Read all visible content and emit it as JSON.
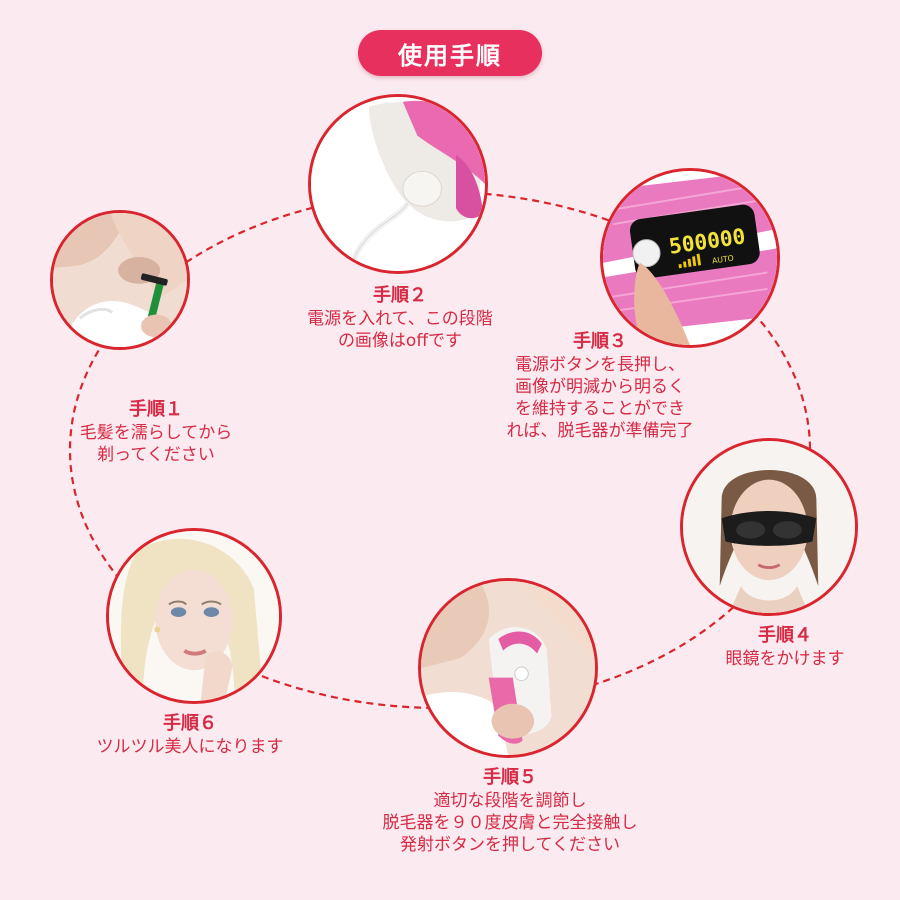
{
  "title": "使用手順",
  "colors": {
    "accent": "#e8305e",
    "ring": "#d9252e",
    "text": "#d62a45",
    "background": "#fbeaef"
  },
  "device_display": {
    "counter": "500000",
    "mode": "AUTO"
  },
  "steps": [
    {
      "heading": "手順１",
      "lines": [
        "毛髪を濡らしてから",
        "剃ってください"
      ],
      "image": "shaving-armpit"
    },
    {
      "heading": "手順２",
      "lines": [
        "電源を入れて、この段階",
        "の画像はoffです"
      ],
      "image": "power-cable-device"
    },
    {
      "heading": "手順３",
      "lines": [
        "電源ボタンを長押し、",
        "画像が明滅から明るく",
        "を維持することができ",
        "れば、脱毛器が準備完了"
      ],
      "image": "device-display-button"
    },
    {
      "heading": "手順４",
      "lines": [
        "眼鏡をかけます"
      ],
      "image": "woman-wearing-goggles"
    },
    {
      "heading": "手順５",
      "lines": [
        "適切な段階を調節し",
        "脱毛器を９０度皮膚と完全接触し",
        "発射ボタンを押してください"
      ],
      "image": "device-on-armpit"
    },
    {
      "heading": "手順６",
      "lines": [
        "ツルツル美人になります"
      ],
      "image": "smooth-skin-woman"
    }
  ]
}
